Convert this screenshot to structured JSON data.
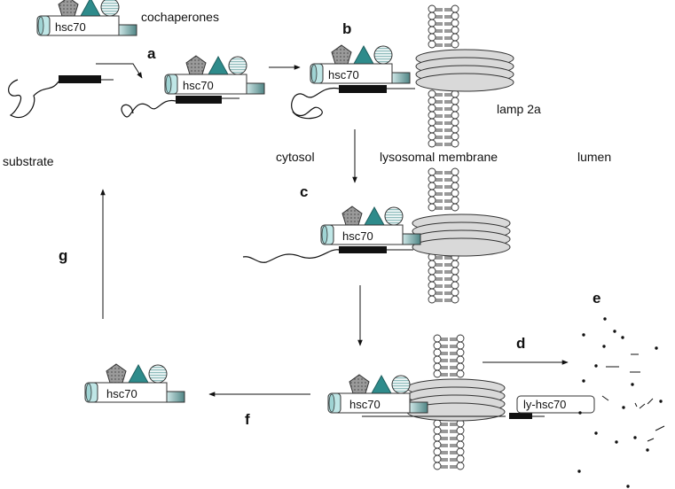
{
  "labels": {
    "cochaperones": "cochaperones",
    "substrate": "substrate",
    "cytosol": "cytosol",
    "lysosomal_membrane": "lysosomal membrane",
    "lumen": "lumen",
    "lamp2a": "lamp 2a"
  },
  "protein": {
    "name": "hsc70",
    "lysosomal_name": "ly-hsc70"
  },
  "steps": {
    "a": "a",
    "b": "b",
    "c": "c",
    "d": "d",
    "e": "e",
    "f": "f",
    "g": "g"
  },
  "colors": {
    "cylinder": "#bfe6e6",
    "cylinder_dark": "#7fc4c4",
    "triangle": "#2e8b8b",
    "pentagon": "#a9a9a9",
    "circle_stripe": "#cfe4e4",
    "domain": "#7aa6a6",
    "receptor": "#d9d9d9",
    "outline": "#333333",
    "substrate": "#111111"
  }
}
